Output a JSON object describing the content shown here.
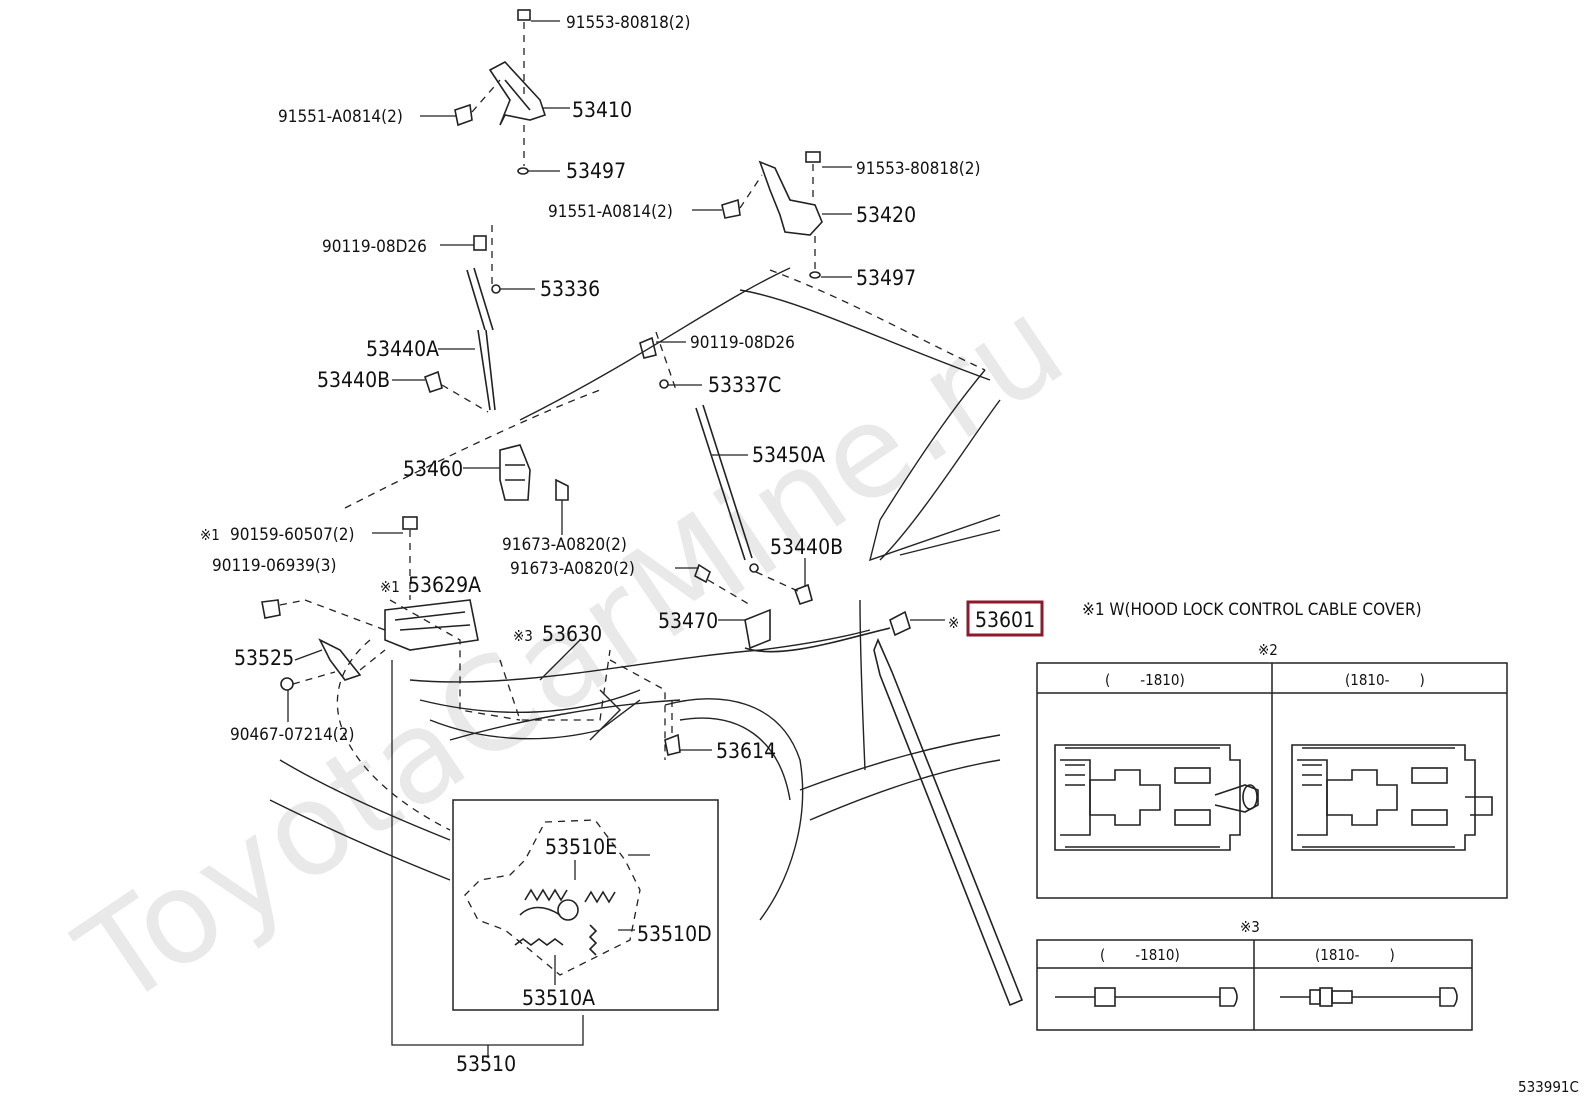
{
  "watermark": "ToyotaCarMine.ru",
  "diagram_code": "533991C",
  "labels": {
    "p91553_top": "91553-80818(2)",
    "p91551_top": "91551-A0814(2)",
    "p53410": "53410",
    "p53497_top": "53497",
    "p91553_right": "91553-80818(2)",
    "p91551_right": "91551-A0814(2)",
    "p53420": "53420",
    "p53497_right": "53497",
    "p90119_left": "90119-08D26",
    "p53336": "53336",
    "p53440A": "53440A",
    "p53440B_left": "53440B",
    "p90119_right": "90119-08D26",
    "p53337C": "53337C",
    "p53450A": "53450A",
    "p53460": "53460",
    "p91673_upper": "91673-A0820(2)",
    "p90159_mark": "※1",
    "p90159": "90159-60507(2)",
    "p90119_06939": "90119-06939(3)",
    "p53629A_mark": "※1",
    "p53629A": "53629A",
    "p53440B_right": "53440B",
    "p91673_lower": "91673-A0820(2)",
    "p53470": "53470",
    "p53630_mark": "※3",
    "p53630": "53630",
    "p53525": "53525",
    "p90467": "90467-07214(2)",
    "p53614": "53614",
    "p53510E": "53510E",
    "p53510D": "53510D",
    "p53510A": "53510A",
    "p53510": "53510",
    "p53601_mark": "※",
    "p53601": "53601"
  },
  "notes": {
    "note1": "※1 W(HOOD LOCK CONTROL CABLE COVER)",
    "ref2": "※2",
    "ref2_col1": "(　　-1810)",
    "ref2_col2": "(1810-　　)",
    "ref3": "※3",
    "ref3_col1": "(　　-1810)",
    "ref3_col2": "(1810-　　)"
  },
  "colors": {
    "highlight": "#8b1a2b",
    "ink": "#222222",
    "watermark": "#e9e9e9"
  }
}
